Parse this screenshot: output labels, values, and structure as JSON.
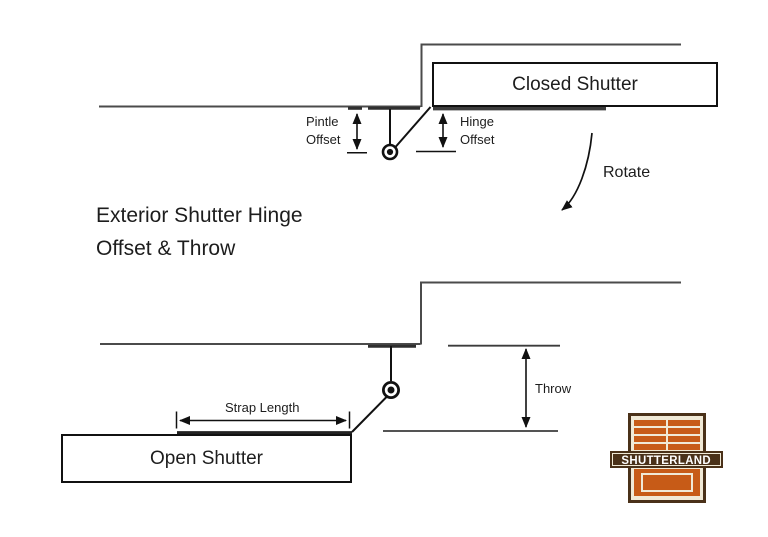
{
  "title": {
    "line1": "Exterior Shutter Hinge",
    "line2": "Offset & Throw"
  },
  "closed_diagram": {
    "shutter_label": "Closed Shutter",
    "pintle_offset": {
      "line1": "Pintle",
      "line2": "Offset"
    },
    "hinge_offset": {
      "line1": "Hinge",
      "line2": "Offset"
    },
    "rotate_label": "Rotate"
  },
  "open_diagram": {
    "shutter_label": "Open Shutter",
    "strap_length_label": "Strap Length",
    "throw_label": "Throw"
  },
  "logo": {
    "brand": "SHUTTERLAND",
    "colors": {
      "orange": "#c75b17",
      "brown": "#4a3119",
      "cream": "#f0e9d6"
    }
  }
}
